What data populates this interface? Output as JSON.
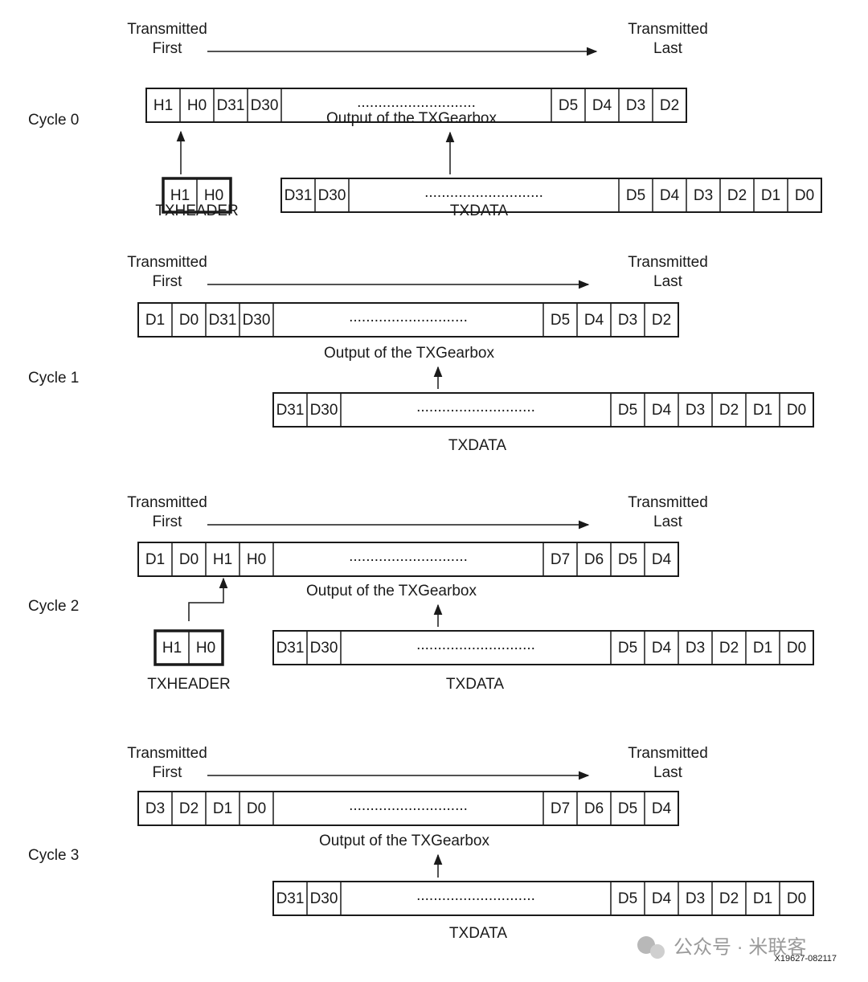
{
  "common": {
    "transmitted": "Transmitted",
    "first": "First",
    "last": "Last",
    "output_label": "Output of the TXGearbox",
    "txdata_label": "TXDATA",
    "txheader_label": "TXHEADER",
    "dots": "............................",
    "txdata_cells_left": [
      "D31",
      "D30"
    ],
    "txdata_cells_right": [
      "D5",
      "D4",
      "D3",
      "D2",
      "D1",
      "D0"
    ],
    "header_cells": [
      "H1",
      "H0"
    ]
  },
  "cycles": [
    {
      "label": "Cycle 0",
      "output_left": [
        "H1",
        "H0",
        "D31",
        "D30"
      ],
      "output_right": [
        "D5",
        "D4",
        "D3",
        "D2"
      ],
      "has_header": true
    },
    {
      "label": "Cycle 1",
      "output_left": [
        "D1",
        "D0",
        "D31",
        "D30"
      ],
      "output_right": [
        "D5",
        "D4",
        "D3",
        "D2"
      ],
      "has_header": false
    },
    {
      "label": "Cycle 2",
      "output_left": [
        "D1",
        "D0",
        "H1",
        "H0"
      ],
      "output_right": [
        "D7",
        "D6",
        "D5",
        "D4"
      ],
      "has_header": true
    },
    {
      "label": "Cycle 3",
      "output_left": [
        "D3",
        "D2",
        "D1",
        "D0"
      ],
      "output_right": [
        "D7",
        "D6",
        "D5",
        "D4"
      ],
      "has_header": false
    }
  ],
  "figure_id": "X19627-082117",
  "watermark": "公众号 · 米联客",
  "colors": {
    "line": "#1a1a1a",
    "background": "#ffffff",
    "watermark": "#9a9a9a"
  }
}
